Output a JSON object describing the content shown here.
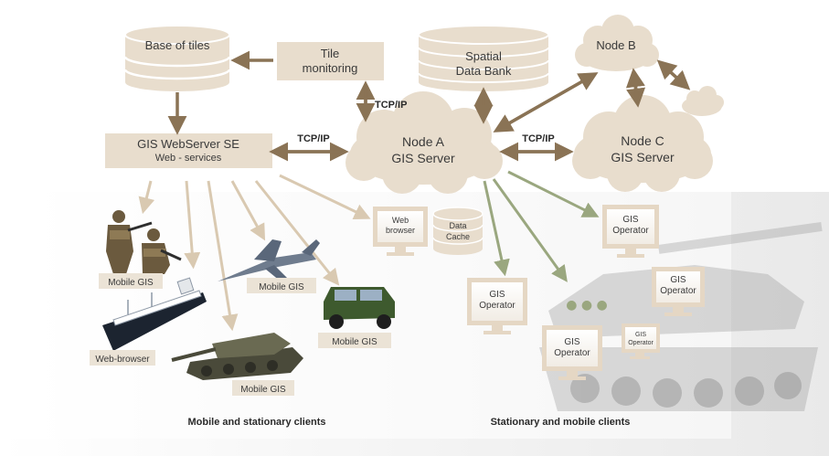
{
  "nodes": {
    "base_of_tiles": "Base of tiles",
    "tile_monitoring_line1": "Tile",
    "tile_monitoring_line2": "monitoring",
    "spatial_line1": "Spatial",
    "spatial_line2": "Data Bank",
    "node_b": "Node B",
    "node_a_line1": "Node A",
    "node_a_line2": "GIS Server",
    "node_c_line1": "Node C",
    "node_c_line2": "GIS Server",
    "webserver_line1": "GIS WebServer SE",
    "webserver_line2": "Web - services",
    "web_browser_line1": "Web",
    "web_browser_line2": "browser",
    "data_cache_line1": "Data",
    "data_cache_line2": "Cache"
  },
  "links": {
    "tcpip_vertical": "TCP/IP",
    "tcpip_left": "TCP/IP",
    "tcpip_right": "TCP/IP"
  },
  "clients": {
    "mobile_gis_soldiers": "Mobile GIS",
    "mobile_gis_jet": "Mobile GIS",
    "mobile_gis_jeep": "Mobile GIS",
    "mobile_gis_tank": "Mobile GIS",
    "web_browser_ship": "Web-browser"
  },
  "operators": {
    "gis": "GIS",
    "operator": "Operator",
    "ellipsis": "●  ●  ●"
  },
  "captions": {
    "left": "Mobile and stationary clients",
    "right": "Stationary and mobile clients"
  },
  "colors": {
    "box_fill": "#e8ddcd",
    "arrow_brown": "#8a7355",
    "arrow_light": "#d9c9b1",
    "arrow_green": "#9aa77f",
    "monitor_frame": "#e5d7c4"
  }
}
